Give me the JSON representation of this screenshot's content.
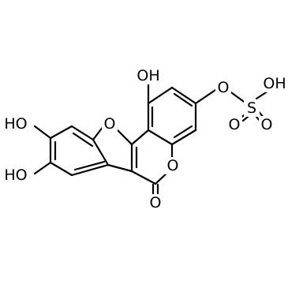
{
  "atom_labels": {
    "hydroxyl_c1": "OH",
    "hydroxyl_sulfate": "OH",
    "hydroxyl_left_upper": "HO",
    "hydroxyl_left_lower": "HO",
    "furan_oxygen": "O",
    "lactone_ring_oxygen": "O",
    "carbonyl_oxygen": "O",
    "ester_oxygen": "O",
    "sulfur": "S",
    "sulfonyl_oxygen_left": "O",
    "sulfonyl_oxygen_right": "O"
  },
  "colors": {
    "ink": "#000000",
    "background": "#ffffff"
  }
}
